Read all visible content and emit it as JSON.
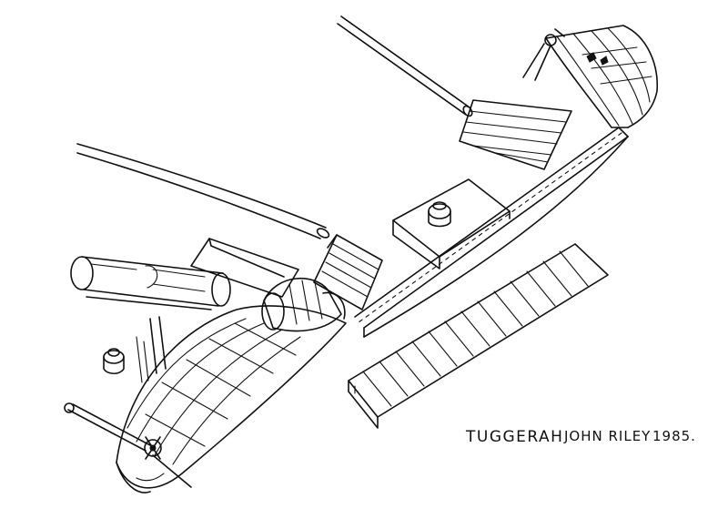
{
  "caption": {
    "title": "TUGGERAH",
    "artist": "JOHN RILEY",
    "year": "1985."
  },
  "colors": {
    "ink": "#111111",
    "paper": "#ffffff"
  }
}
